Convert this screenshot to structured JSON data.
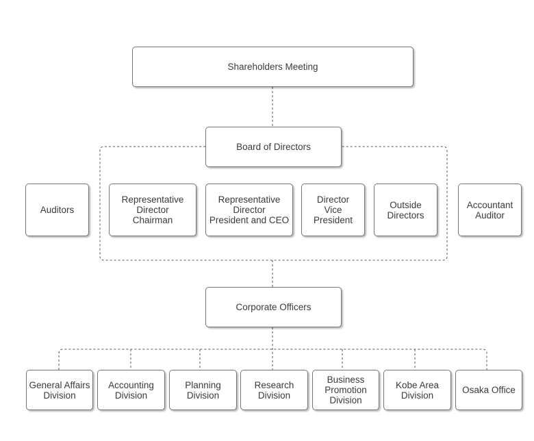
{
  "org_chart": {
    "shareholders": "Shareholders Meeting",
    "board": "Board of Directors",
    "auditors": "Auditors",
    "board_members": [
      "Representative\nDirector\nChairman",
      "Representative\nDirector\nPresident and CEO",
      "Director\nVice\nPresident",
      "Outside\nDirectors"
    ],
    "accountant_auditor": "Accountant\nAuditor",
    "corporate_officers": "Corporate Officers",
    "divisions": [
      "General Affairs\nDivision",
      "Accounting\nDivision",
      "Planning\nDivision",
      "Research\nDivision",
      "Business\nPromotion\nDivision",
      "Kobe Area\nDivision",
      "Osaka Office"
    ]
  },
  "colors": {
    "box_border": "#777777",
    "text": "#3a3a3a",
    "connector": "#555555"
  }
}
